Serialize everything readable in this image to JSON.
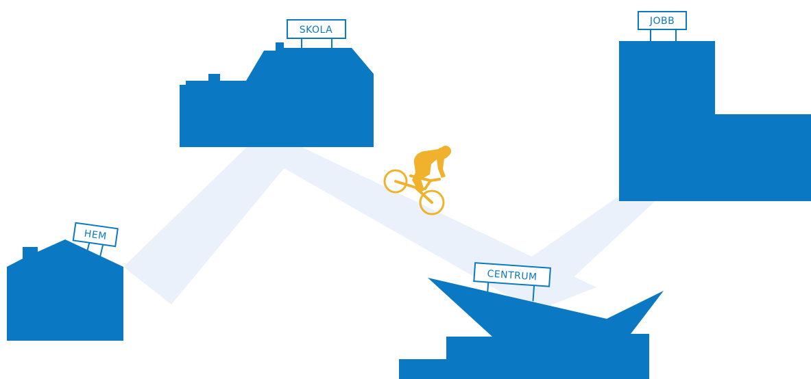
{
  "colors": {
    "building": "#0a78c2",
    "road": "#eaf1fa",
    "cyclist": "#f0b22c",
    "background": "#ffffff"
  },
  "places": {
    "home": {
      "label": "HEM"
    },
    "school": {
      "label": "SKOLA"
    },
    "work": {
      "label": "JOBB"
    },
    "center": {
      "label": "CENTRUM"
    }
  },
  "cyclist": {
    "icon": "cyclist-icon"
  }
}
